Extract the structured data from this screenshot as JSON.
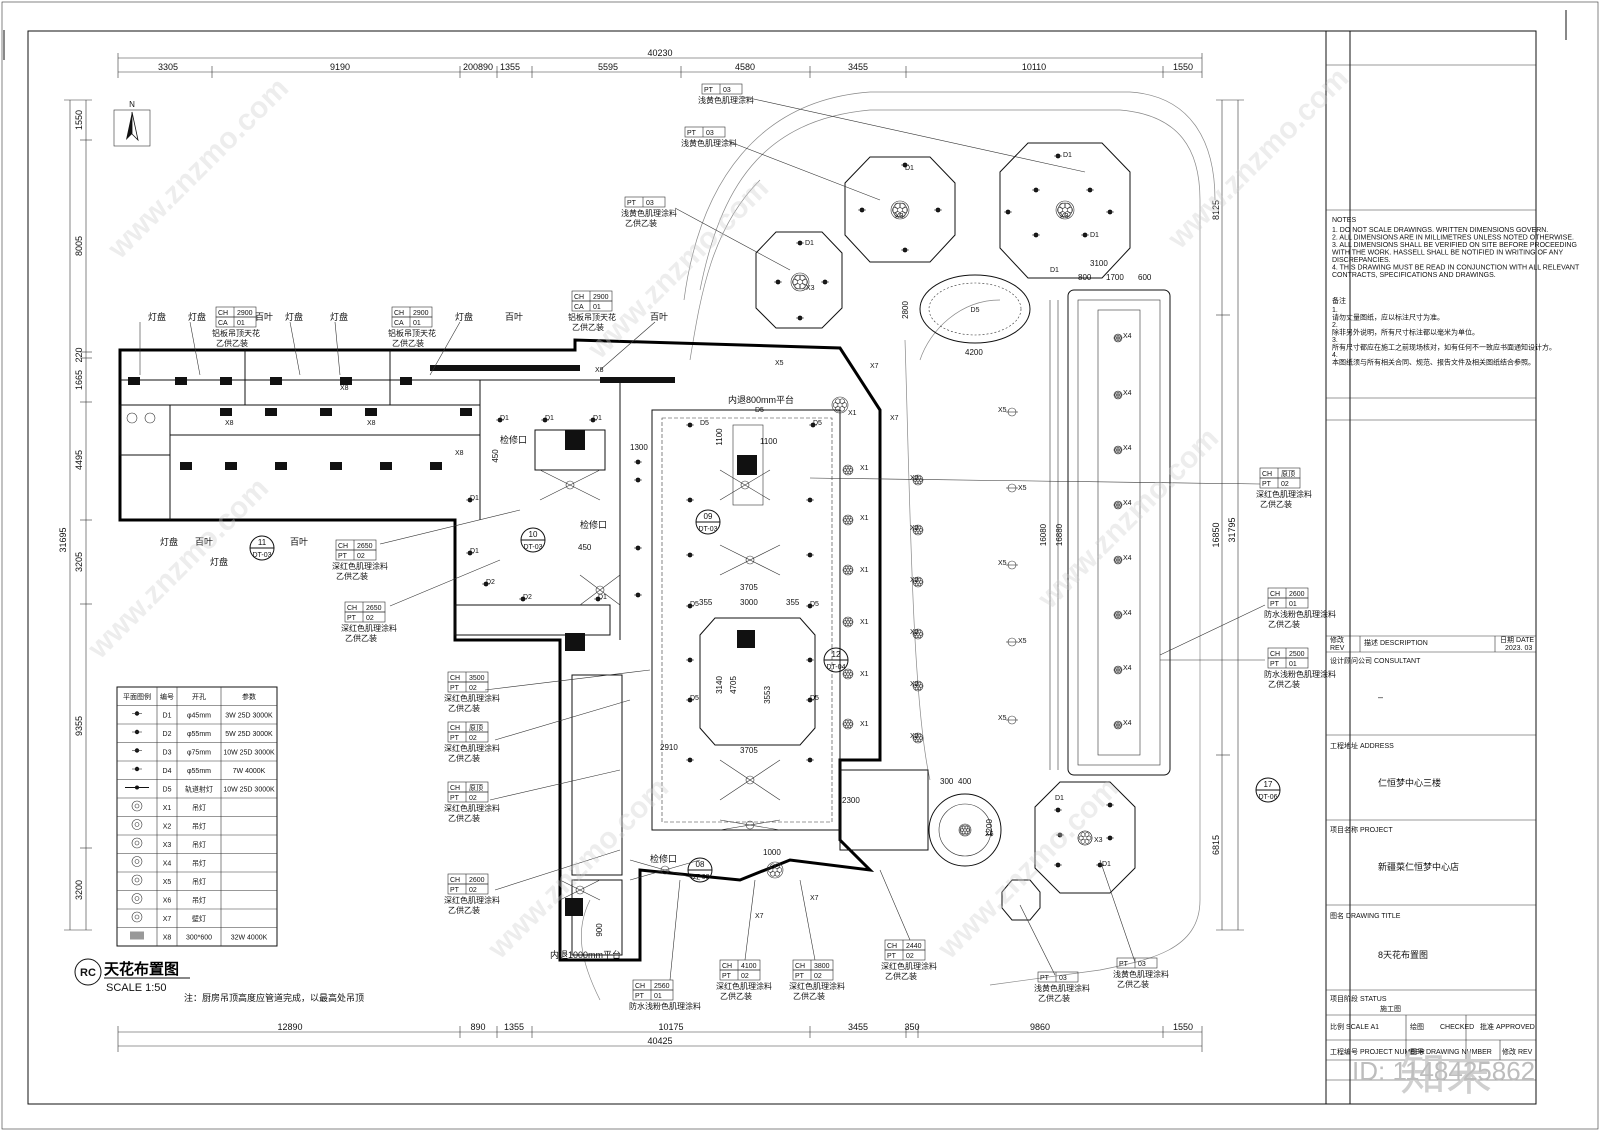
{
  "drawing": {
    "title_cn": "天花布置图",
    "scale": "SCALE 1:50",
    "rc_tag": "RC",
    "note": "注：厨房吊顶高度应管道完成，以最高处吊顶",
    "north": "N"
  },
  "dimensions": {
    "top_total": "40230",
    "top_segments": [
      "3305",
      "9190",
      "200890",
      "1355",
      "5595",
      "4580",
      "3455",
      "10110",
      "1550"
    ],
    "bottom_total": "40425",
    "bottom_segments": [
      "12890",
      "890",
      "1355",
      "10175",
      "3455",
      "350",
      "9860",
      "1550"
    ],
    "left_segments": [
      "1550",
      "8005",
      "220",
      "1665",
      "4495",
      "3205",
      "9355",
      "3200"
    ],
    "left_total": "31695",
    "right_segments": [
      "8125",
      "16850",
      "6815"
    ],
    "right_total": "31795",
    "misc": [
      "3100",
      "1700",
      "600",
      "800",
      "2800",
      "4200",
      "16080",
      "16880",
      "1300",
      "1100",
      "1100",
      "3705",
      "3000",
      "355",
      "355",
      "3140",
      "4705",
      "3553",
      "3705",
      "2910",
      "1200",
      "1000",
      "900",
      "450",
      "450",
      "300",
      "400",
      "2300"
    ]
  },
  "annotations": {
    "pt03_a": {
      "code1": "PT",
      "code2": "03",
      "desc": "浅黄色肌理涂料"
    },
    "pt03_b": {
      "code1": "PT",
      "code2": "03",
      "desc": "浅黄色肌理涂料"
    },
    "pt03_c": {
      "code1": "PT",
      "code2": "03",
      "desc": "浅黄色肌理涂料",
      "sub": "乙供乙装"
    },
    "ch2900_a": {
      "ch": "CH",
      "chv": "2900",
      "ca": "CA",
      "cav": "01",
      "desc": "铝板吊顶天花",
      "sub": "乙供乙装"
    },
    "ch2900_b": {
      "ch": "CH",
      "chv": "2900",
      "ca": "CA",
      "cav": "01",
      "desc": "铝板吊顶天花",
      "sub": "乙供乙装"
    },
    "ch2900_c": {
      "ch": "CH",
      "chv": "2900",
      "ca": "CA",
      "cav": "01",
      "desc": "铝板吊顶天花",
      "sub": "乙供乙装"
    },
    "ch2650_a": {
      "ch": "CH",
      "chv": "2650",
      "pt": "PT",
      "ptv": "02",
      "desc": "深红色肌理涂料",
      "sub": "乙供乙装"
    },
    "ch2650_b": {
      "ch": "CH",
      "chv": "2650",
      "pt": "PT",
      "ptv": "02",
      "desc": "深红色肌理涂料",
      "sub": "乙供乙装"
    },
    "ch3500": {
      "ch": "CH",
      "chv": "3500",
      "pt": "PT",
      "ptv": "02",
      "desc": "深红色肌理涂料",
      "sub": "乙供乙装"
    },
    "ch_orig_a": {
      "ch": "CH",
      "chv": "原顶",
      "pt": "PT",
      "ptv": "02",
      "desc": "深红色肌理涂料",
      "sub": "乙供乙装"
    },
    "ch_orig_b": {
      "ch": "CH",
      "chv": "原顶",
      "pt": "PT",
      "ptv": "02",
      "desc": "深红色肌理涂料",
      "sub": "乙供乙装"
    },
    "ch2600_a": {
      "ch": "CH",
      "chv": "2600",
      "pt": "PT",
      "ptv": "02",
      "desc": "深红色肌理涂料",
      "sub": "乙供乙装"
    },
    "ch2560": {
      "ch": "CH",
      "chv": "2560",
      "pt": "PT",
      "ptv": "01",
      "desc": "防水浅粉色肌理涂料"
    },
    "ch4100": {
      "ch": "CH",
      "chv": "4100",
      "pt": "PT",
      "ptv": "02",
      "desc": "深红色肌理涂料",
      "sub": "乙供乙装"
    },
    "ch3800": {
      "ch": "CH",
      "chv": "3800",
      "pt": "PT",
      "ptv": "02",
      "desc": "深红色肌理涂料",
      "sub": "乙供乙装"
    },
    "ch2440": {
      "ch": "CH",
      "chv": "2440",
      "pt": "PT",
      "ptv": "02",
      "desc": "深红色肌理涂料",
      "sub": "乙供乙装"
    },
    "pt03_d": {
      "code1": "PT",
      "code2": "03",
      "desc": "浅黄色肌理涂料",
      "sub": "乙供乙装"
    },
    "pt03_e": {
      "code1": "PT",
      "code2": "03",
      "desc": "浅黄色肌理涂料",
      "sub": "乙供乙装"
    },
    "r_orig": {
      "ch": "CH",
      "chv": "原顶",
      "pt": "PT",
      "ptv": "02",
      "desc": "深红色肌理涂料",
      "sub": "乙供乙装"
    },
    "r_2600": {
      "ch": "CH",
      "chv": "2600",
      "pt": "PT",
      "ptv": "01",
      "desc": "防水浅粉色肌理涂料",
      "sub": "乙供乙装"
    },
    "r_2500": {
      "ch": "CH",
      "chv": "2500",
      "pt": "PT",
      "ptv": "01",
      "desc": "防水浅粉色肌理涂料",
      "sub": "乙供乙装"
    }
  },
  "labels": {
    "lamp": "灯盘",
    "louver": "百叶",
    "access": "检修口",
    "inner1": "内退800mm平台",
    "inner2": "内退1000mm平台",
    "x8": "X8",
    "x1": "X1",
    "x2": "X2",
    "x3": "X3",
    "x4": "X4",
    "x5": "X5",
    "x6": "X6",
    "x7": "X7",
    "d1": "D1",
    "d2": "D2",
    "d5": "D5",
    "d1b": "D1"
  },
  "section_marks": [
    {
      "num": "11",
      "ref": "DT-03"
    },
    {
      "num": "10",
      "ref": "DT-03"
    },
    {
      "num": "09",
      "ref": "DT-03"
    },
    {
      "num": "12",
      "ref": "DT-04"
    },
    {
      "num": "08",
      "ref": "DT-03"
    },
    {
      "num": "17",
      "ref": "DT-06"
    }
  ],
  "legend": {
    "headers": [
      "平面图例",
      "编号",
      "开孔",
      "参数"
    ],
    "rows": [
      {
        "code": "D1",
        "hole": "φ45mm",
        "param": "3W 25D 3000K"
      },
      {
        "code": "D2",
        "hole": "φ55mm",
        "param": "5W 25D 3000K"
      },
      {
        "code": "D3",
        "hole": "φ75mm",
        "param": "10W 25D 3000K"
      },
      {
        "code": "D4",
        "hole": "φ55mm",
        "param": "7W 4000K"
      },
      {
        "code": "D5",
        "hole": "轨道射灯",
        "param": "10W 25D 3000K"
      },
      {
        "code": "X1",
        "hole": "吊灯",
        "param": ""
      },
      {
        "code": "X2",
        "hole": "吊灯",
        "param": ""
      },
      {
        "code": "X3",
        "hole": "吊灯",
        "param": ""
      },
      {
        "code": "X4",
        "hole": "吊灯",
        "param": ""
      },
      {
        "code": "X5",
        "hole": "吊灯",
        "param": ""
      },
      {
        "code": "X6",
        "hole": "吊灯",
        "param": ""
      },
      {
        "code": "X7",
        "hole": "壁灯",
        "param": ""
      },
      {
        "code": "X8",
        "hole": "300*600",
        "param": "32W 4000K"
      }
    ]
  },
  "titleblock": {
    "notes_title": "NOTES",
    "notes_en": [
      "1.  DO NOT SCALE DRAWINGS. WRITTEN DIMENSIONS GOVERN.",
      "2.  ALL DIMENSIONS ARE IN MILLIMETRES UNLESS NOTED OTHERWISE.",
      "3.  ALL DIMENSIONS SHALL BE VERIFIED ON SITE BEFORE PROCEEDING",
      "     WITH THE WORK. HASSELL SHALL BE NOTIFIED IN WRITING OF ANY",
      "     DISCREPANCIES.",
      "4.  THIS DRAWING MUST BE READ IN CONJUNCTION WITH ALL RELEVANT",
      "     CONTRACTS, SPECIFICATIONS AND DRAWINGS."
    ],
    "notes_cn_title": "备注",
    "notes_cn": [
      "1.",
      "请勿丈量图纸，应以标注尺寸为准。",
      "2.",
      "除非另外说明，所有尺寸标注都以毫米为单位。",
      "3.",
      "所有尺寸都应在施工之前现场核对，如有任何不一致应书面通知设计方。",
      "4.",
      "本图纸须与所有相关合同、规范、报告文件及相关图纸结合参照。"
    ],
    "rev_label": "修改\nREV",
    "desc_label": "描述  DESCRIPTION",
    "date_label": "日期 DATE",
    "date_value": "2023. 03",
    "consultant_label": "设计顾问公司  CONSULTANT",
    "consultant_value": "–",
    "address_label": "工程地址  ADDRESS",
    "address_value": "仁恒梦中心三楼",
    "project_label": "项目名称  PROJECT",
    "project_value": "新疆菜仁恒梦中心店",
    "drawing_title_label": "图名  DRAWING TITLE",
    "drawing_title_value": "8天花布置图",
    "stage_label": "项目阶段  STATUS",
    "stage_value": "施工图",
    "scale_label": "比例  SCALE A1",
    "draw_label": "绘图",
    "check_label": "CHECKED",
    "approved_label": "批准  APPROVED",
    "proj_num_label": "工程编号  PROJECT NUMBER",
    "draw_num_label": "图号  DRAWING NUMBER",
    "rev2_label": "修改  REV"
  },
  "watermark": {
    "site": "www.znzmo.com",
    "brand": "知末网",
    "logo": "知末",
    "id": "ID: 1148425862"
  }
}
